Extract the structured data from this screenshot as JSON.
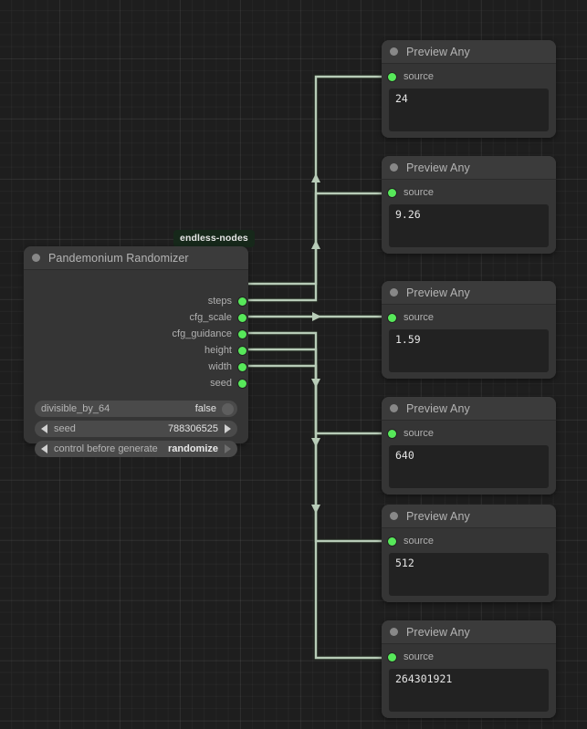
{
  "colors": {
    "canvas_bg": "#1e1e1e",
    "node_bg": "#353535",
    "node_header_bg": "#3b3b3b",
    "slot_green": "#57e85a",
    "link_green": "#b8ccb8",
    "widget_bg": "#4a4a4a",
    "preview_box_bg": "#222222",
    "badge_bg": "#16281a"
  },
  "badge": {
    "label": "endless-nodes"
  },
  "randomizer_node": {
    "title": "Pandemonium Randomizer",
    "collapse_icon": "circle-icon",
    "outputs": [
      {
        "label": "steps",
        "dot": "output-slot-dot"
      },
      {
        "label": "cfg_scale",
        "dot": "output-slot-dot"
      },
      {
        "label": "cfg_guidance",
        "dot": "output-slot-dot"
      },
      {
        "label": "height",
        "dot": "output-slot-dot"
      },
      {
        "label": "width",
        "dot": "output-slot-dot"
      },
      {
        "label": "seed",
        "dot": "output-slot-dot"
      }
    ],
    "widgets": [
      {
        "type": "toggle",
        "name": "divisible_by_64",
        "value": "false",
        "knob": "toggle-knob-icon"
      },
      {
        "type": "number",
        "name": "seed",
        "value": "788306525",
        "left_arrow": "arrow-left-icon",
        "right_arrow": "arrow-right-icon"
      },
      {
        "type": "combo",
        "name": "control before generate",
        "value": "randomize",
        "left_arrow": "arrow-left-icon",
        "right_arrow": "arrow-right-icon"
      }
    ]
  },
  "preview_nodes": [
    {
      "title": "Preview Any",
      "input_label": "source",
      "value": "24"
    },
    {
      "title": "Preview Any",
      "input_label": "source",
      "value": "9.26"
    },
    {
      "title": "Preview Any",
      "input_label": "source",
      "value": "1.59"
    },
    {
      "title": "Preview Any",
      "input_label": "source",
      "value": "640"
    },
    {
      "title": "Preview Any",
      "input_label": "source",
      "value": "512"
    },
    {
      "title": "Preview Any",
      "input_label": "source",
      "value": "264301921"
    }
  ]
}
